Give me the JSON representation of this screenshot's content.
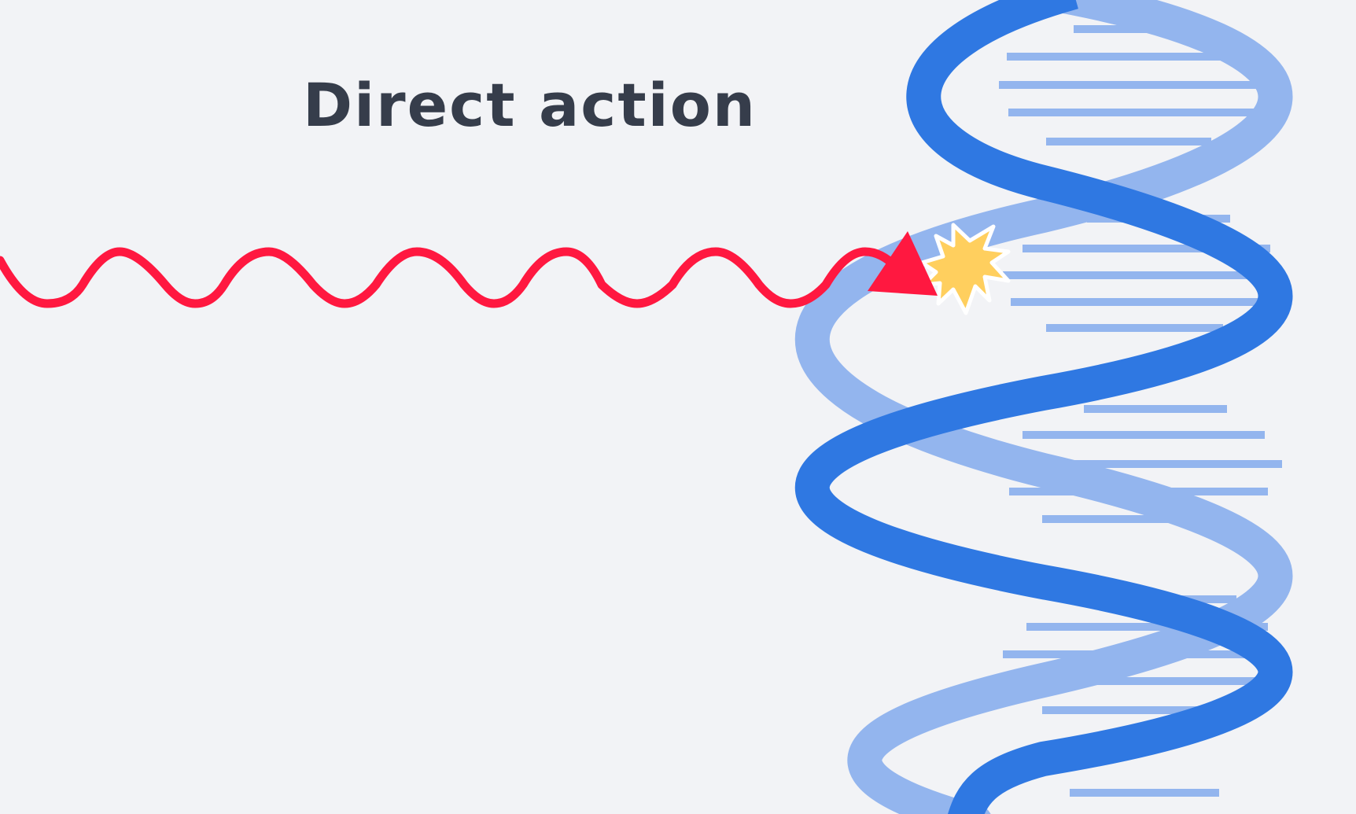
{
  "title": "Direct action",
  "colors": {
    "background": "#f2f3f6",
    "title_text": "#363d4b",
    "radiation_wave": "#ff1840",
    "dna_front_strand": "#2f78e2",
    "dna_back_strand": "#93b5ee",
    "base_pairs": "#93b5ee",
    "impact_burst": "#ffcf5e"
  },
  "icons": [
    "radiation-wave-arrow",
    "dna-double-helix",
    "impact-burst"
  ]
}
